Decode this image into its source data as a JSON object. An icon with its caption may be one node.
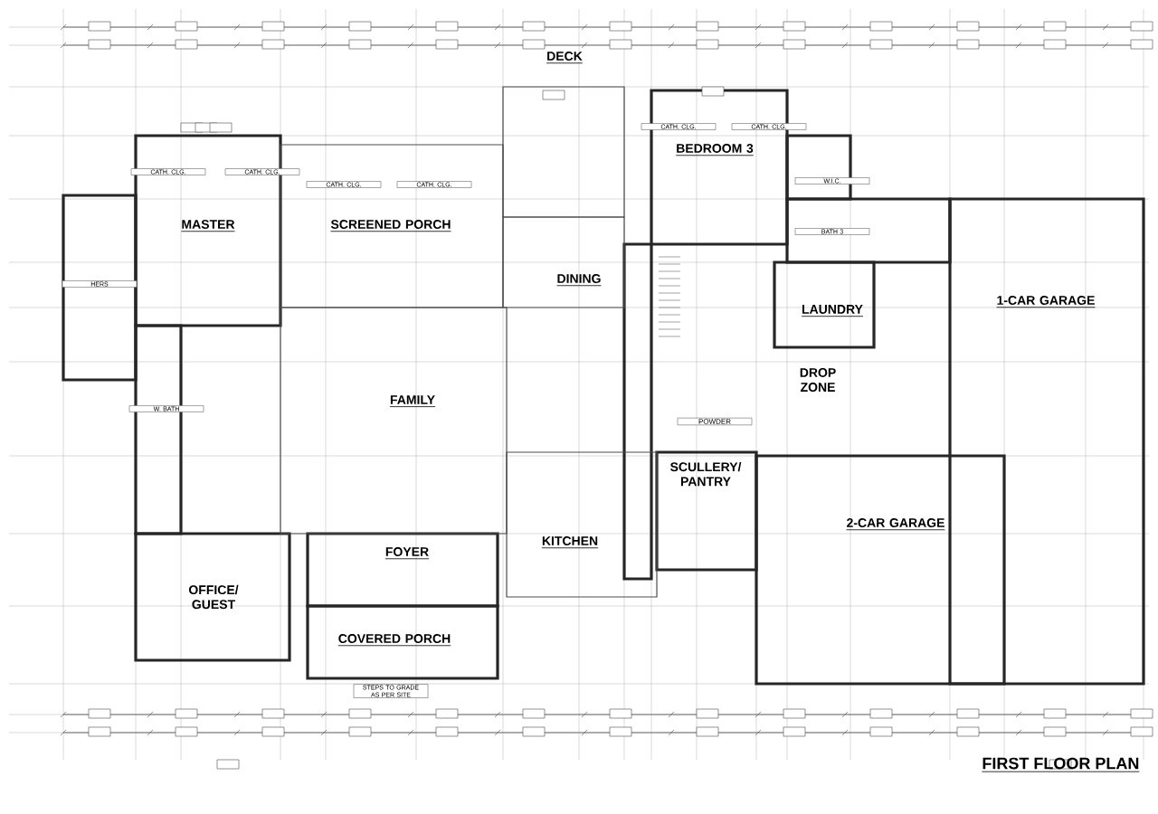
{
  "diagram": {
    "title": "FIRST FLOOR PLAN",
    "labels": [
      "DECK",
      "CATH. CLG.",
      "CATH. CLG.",
      "CATH. CLG.",
      "CATH. CLG.",
      "CATH. CLG.",
      "CATH. CLG.",
      "BEDROOM 3",
      "MASTER",
      "SCREENED PORCH",
      "W.I.C.",
      "BATH 3",
      "1-CAR GARAGE",
      "DINING",
      "LAUNDRY",
      "HERS",
      "DROP ZONE",
      "FAMILY",
      "W. BATH",
      "POWDER",
      "SCULLERY/ PANTRY",
      "2-CAR GARAGE",
      "OFFICE/ GUEST",
      "FOYER",
      "KITCHEN",
      "COVERED PORCH",
      "STEPS TO GRADE AS PER SITE"
    ]
  }
}
